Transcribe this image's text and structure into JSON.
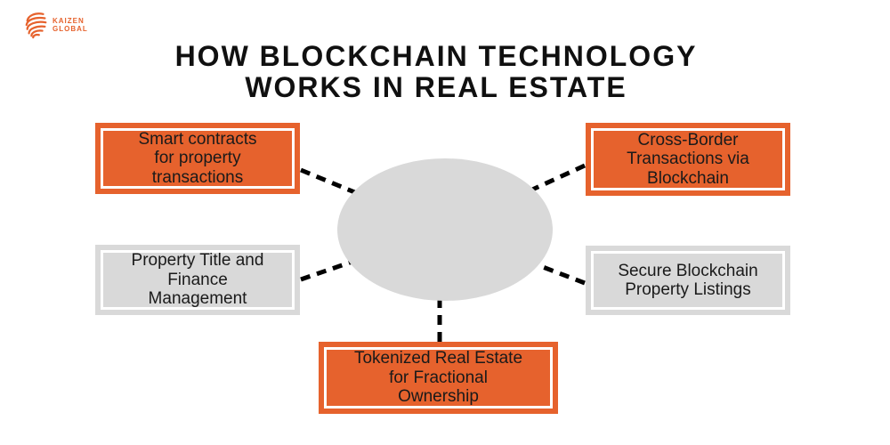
{
  "logo": {
    "icon": "swirl-globe-icon",
    "line1": "KAIZEN",
    "line2": "GLOBAL",
    "color": "#E6622D"
  },
  "title": {
    "line1": "HOW BLOCKCHAIN TECHNOLOGY",
    "line2": "WORKS IN REAL ESTATE",
    "color": "#101010"
  },
  "diagram": {
    "colors": {
      "orange": "#E6622D",
      "gray": "#D9D9D9",
      "ellipse_fill": "#D9D9D9",
      "connector": "#000000",
      "inner_border": "#FFFFFF",
      "text": "#1A1A1A"
    },
    "center_ellipse": {
      "label": ""
    },
    "nodes": [
      {
        "id": "smart-contracts",
        "variant": "orange",
        "position": "top-left",
        "lines": [
          "Smart contracts",
          "for property",
          "transactions"
        ]
      },
      {
        "id": "cross-border",
        "variant": "orange",
        "position": "top-right",
        "lines": [
          "Cross-Border",
          "Transactions via",
          "Blockchain"
        ]
      },
      {
        "id": "property-title",
        "variant": "gray",
        "position": "middle-left",
        "lines": [
          "Property Title and",
          "Finance",
          "Management"
        ]
      },
      {
        "id": "secure-listings",
        "variant": "gray",
        "position": "middle-right",
        "lines": [
          "Secure Blockchain",
          "Property Listings"
        ]
      },
      {
        "id": "tokenized-real-estate",
        "variant": "orange",
        "position": "bottom",
        "lines": [
          "Tokenized Real Estate",
          "for Fractional",
          "Ownership"
        ]
      }
    ]
  }
}
